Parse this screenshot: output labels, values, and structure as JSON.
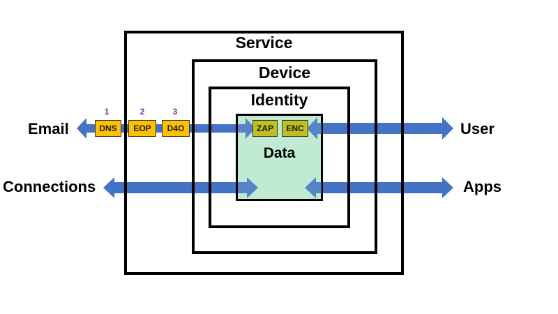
{
  "layers": {
    "service": "Service",
    "device": "Device",
    "identity": "Identity",
    "data": "Data"
  },
  "endpoints": {
    "email": "Email",
    "connections": "Connections",
    "user": "User",
    "apps": "Apps"
  },
  "email_steps": [
    {
      "number": "1",
      "label": "DNS"
    },
    {
      "number": "2",
      "label": "EOP"
    },
    {
      "number": "3",
      "label": "D4O"
    }
  ],
  "data_controls": {
    "zap": "ZAP",
    "enc": "ENC"
  },
  "colors": {
    "arrow": "#4472C4",
    "step_fill": "#FFC000",
    "control_fill": "#BFBF20",
    "data_fill": "#C0EAD2",
    "step_number": "#7030A0"
  }
}
